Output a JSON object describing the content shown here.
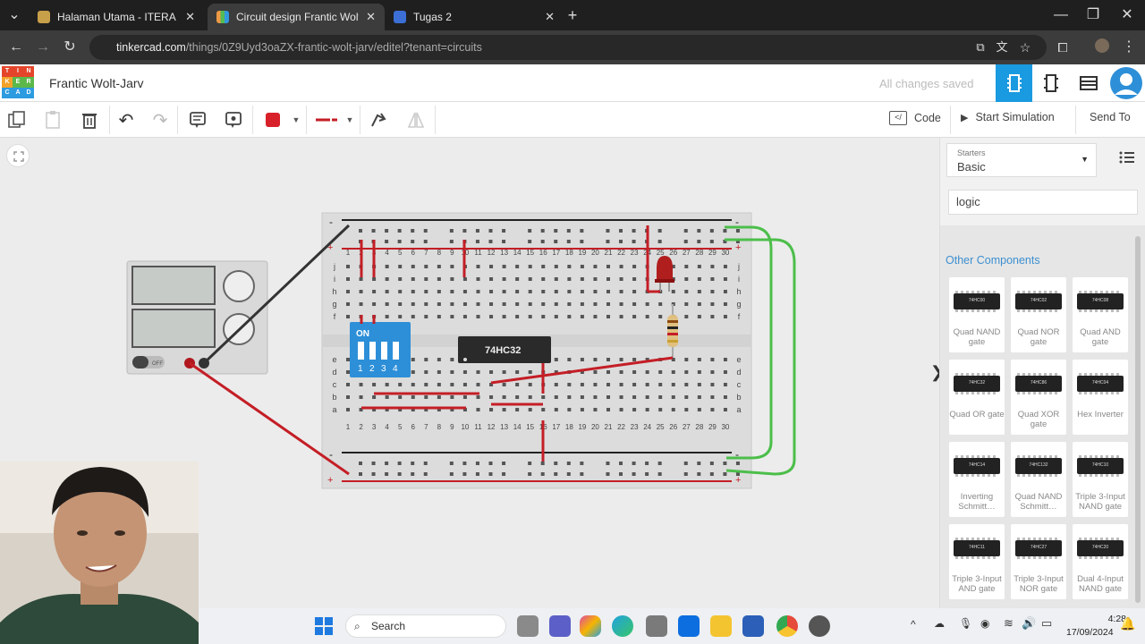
{
  "browser": {
    "tabs": [
      {
        "label": "Halaman Utama - ITERA",
        "active": false
      },
      {
        "label": "Circuit design Frantic Wolt-Jarv",
        "active": true
      },
      {
        "label": "Tugas 2",
        "active": false
      }
    ],
    "url_host": "tinkercad.com",
    "url_path": "/things/0Z9Uyd3oaZX-frantic-wolt-jarv/editel?tenant=circuits"
  },
  "app": {
    "logo_letters": [
      "T",
      "I",
      "N",
      "K",
      "E",
      "R",
      "C",
      "A",
      "D"
    ],
    "title": "Frantic Wolt-Jarv",
    "save_status": "All changes saved"
  },
  "toolbar": {
    "code_label": "Code",
    "start_sim_label": "Start Simulation",
    "send_to_label": "Send To",
    "color": "#d8202a"
  },
  "panel": {
    "starters_label": "Starters",
    "starters_value": "Basic",
    "search_value": "logic",
    "section_title": "Other Components",
    "components": [
      {
        "name": "Quad NAND gate",
        "chip": "74HC00"
      },
      {
        "name": "Quad NOR gate",
        "chip": "74HC02"
      },
      {
        "name": "Quad AND gate",
        "chip": "74HC08"
      },
      {
        "name": "Quad OR gate",
        "chip": "74HC32"
      },
      {
        "name": "Quad XOR gate",
        "chip": "74HC86"
      },
      {
        "name": "Hex Inverter",
        "chip": "74HC04"
      },
      {
        "name": "Inverting Schmitt…",
        "chip": "74HC14"
      },
      {
        "name": "Quad NAND Schmitt…",
        "chip": "74HC132"
      },
      {
        "name": "Triple 3-Input NAND gate",
        "chip": "74HC10"
      },
      {
        "name": "Triple 3-Input AND gate",
        "chip": "74HC11"
      },
      {
        "name": "Triple 3-Input NOR gate",
        "chip": "74HC27"
      },
      {
        "name": "Dual 4-Input NAND gate",
        "chip": "74HC20"
      }
    ]
  },
  "circuit": {
    "ic_label": "74HC32",
    "dip_label": "ON",
    "dip_numbers": [
      "1",
      "2",
      "3",
      "4"
    ],
    "psu_off": "OFF",
    "rail_minus": "-",
    "rail_plus": "+",
    "rows_top": [
      "j",
      "i",
      "h",
      "g",
      "f"
    ],
    "rows_bottom": [
      "e",
      "d",
      "c",
      "b",
      "a"
    ]
  },
  "taskbar": {
    "search_label": "Search",
    "time": "4:28",
    "date": "17/09/2024"
  }
}
